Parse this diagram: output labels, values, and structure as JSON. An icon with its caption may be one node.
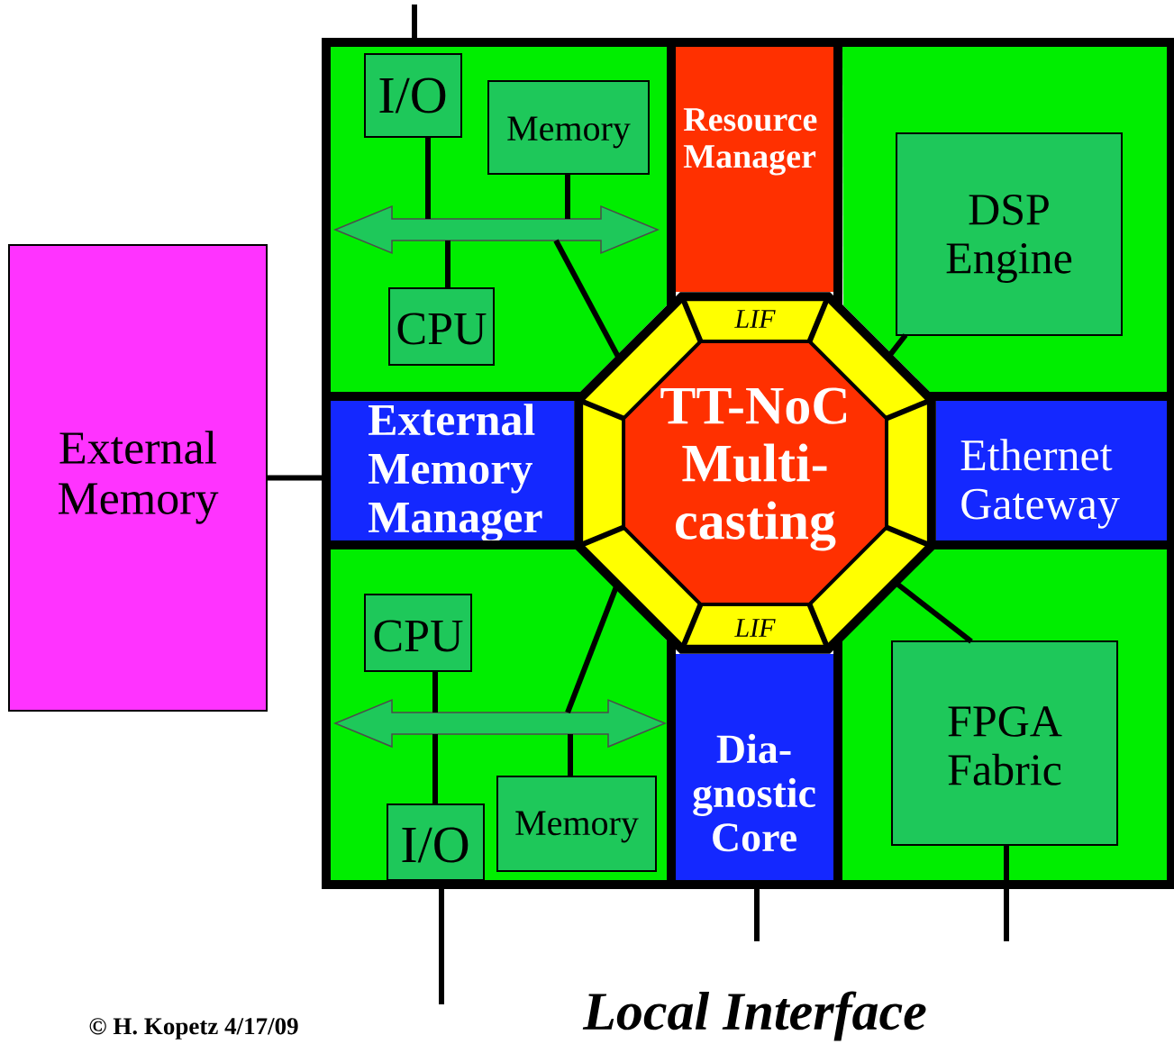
{
  "diagram": {
    "nodes": [
      {
        "text": [
          "External Memory"
        ]
      },
      {
        "text": [],
        "shape": "box"
      },
      {
        "text": [
          "I/O"
        ],
        "in": 1
      },
      {
        "text": [
          "Memory"
        ],
        "in": 1
      },
      {
        "text": [
          "CPU"
        ],
        "in": 1
      },
      {
        "text": [],
        "shape": "bar",
        "in": 1
      },
      {
        "text": [
          "Resource Manager"
        ]
      },
      {
        "text": [],
        "shape": "box"
      },
      {
        "text": [
          "DSP Engine"
        ],
        "in": 7
      },
      {
        "text": [
          "External Memory Manager"
        ]
      },
      {
        "text": [
          "LIF",
          "LIF"
        ]
      },
      {
        "text": [
          "TT-NoC Multi-casting"
        ],
        "in": 10
      },
      {
        "text": [
          "Ethernet Gateway"
        ]
      },
      {
        "text": [],
        "shape": "box"
      },
      {
        "text": [
          "CPU"
        ],
        "in": 13
      },
      {
        "text": [],
        "shape": "bar",
        "in": 13
      },
      {
        "text": [
          "I/O"
        ],
        "in": 13
      },
      {
        "text": [
          "Memory"
        ],
        "in": 13
      },
      {
        "text": [
          "Dia-gnostic Core"
        ]
      },
      {
        "text": [],
        "shape": "box"
      },
      {
        "text": [
          "FPGA Fabric"
        ],
        "in": 19
      }
    ],
    "edges": [
      {
        "from": 0,
        "to": 9,
        "arrow": "none"
      },
      {
        "from": null,
        "to": 1,
        "arrow": "none"
      },
      {
        "from": 2,
        "to": 5,
        "arrow": "none"
      },
      {
        "from": 3,
        "to": 5,
        "arrow": "none"
      },
      {
        "from": 4,
        "to": 5,
        "arrow": "none"
      },
      {
        "from": 5,
        "to": 10,
        "arrow": "none"
      },
      {
        "from": 8,
        "to": 10,
        "arrow": "none"
      },
      {
        "from": 20,
        "to": 10,
        "arrow": "none"
      },
      {
        "from": 14,
        "to": 15,
        "arrow": "none"
      },
      {
        "from": 16,
        "to": 15,
        "arrow": "none"
      },
      {
        "from": 17,
        "to": 15,
        "arrow": "none"
      },
      {
        "from": 15,
        "to": 10,
        "arrow": "none"
      },
      {
        "from": 16,
        "to": null,
        "arrow": "none"
      },
      {
        "from": 18,
        "to": null,
        "arrow": "none"
      },
      {
        "from": 20,
        "to": null,
        "arrow": "none"
      }
    ],
    "labels": [
      "Local Interface",
      "© H. Kopetz 4/17/09"
    ]
  }
}
